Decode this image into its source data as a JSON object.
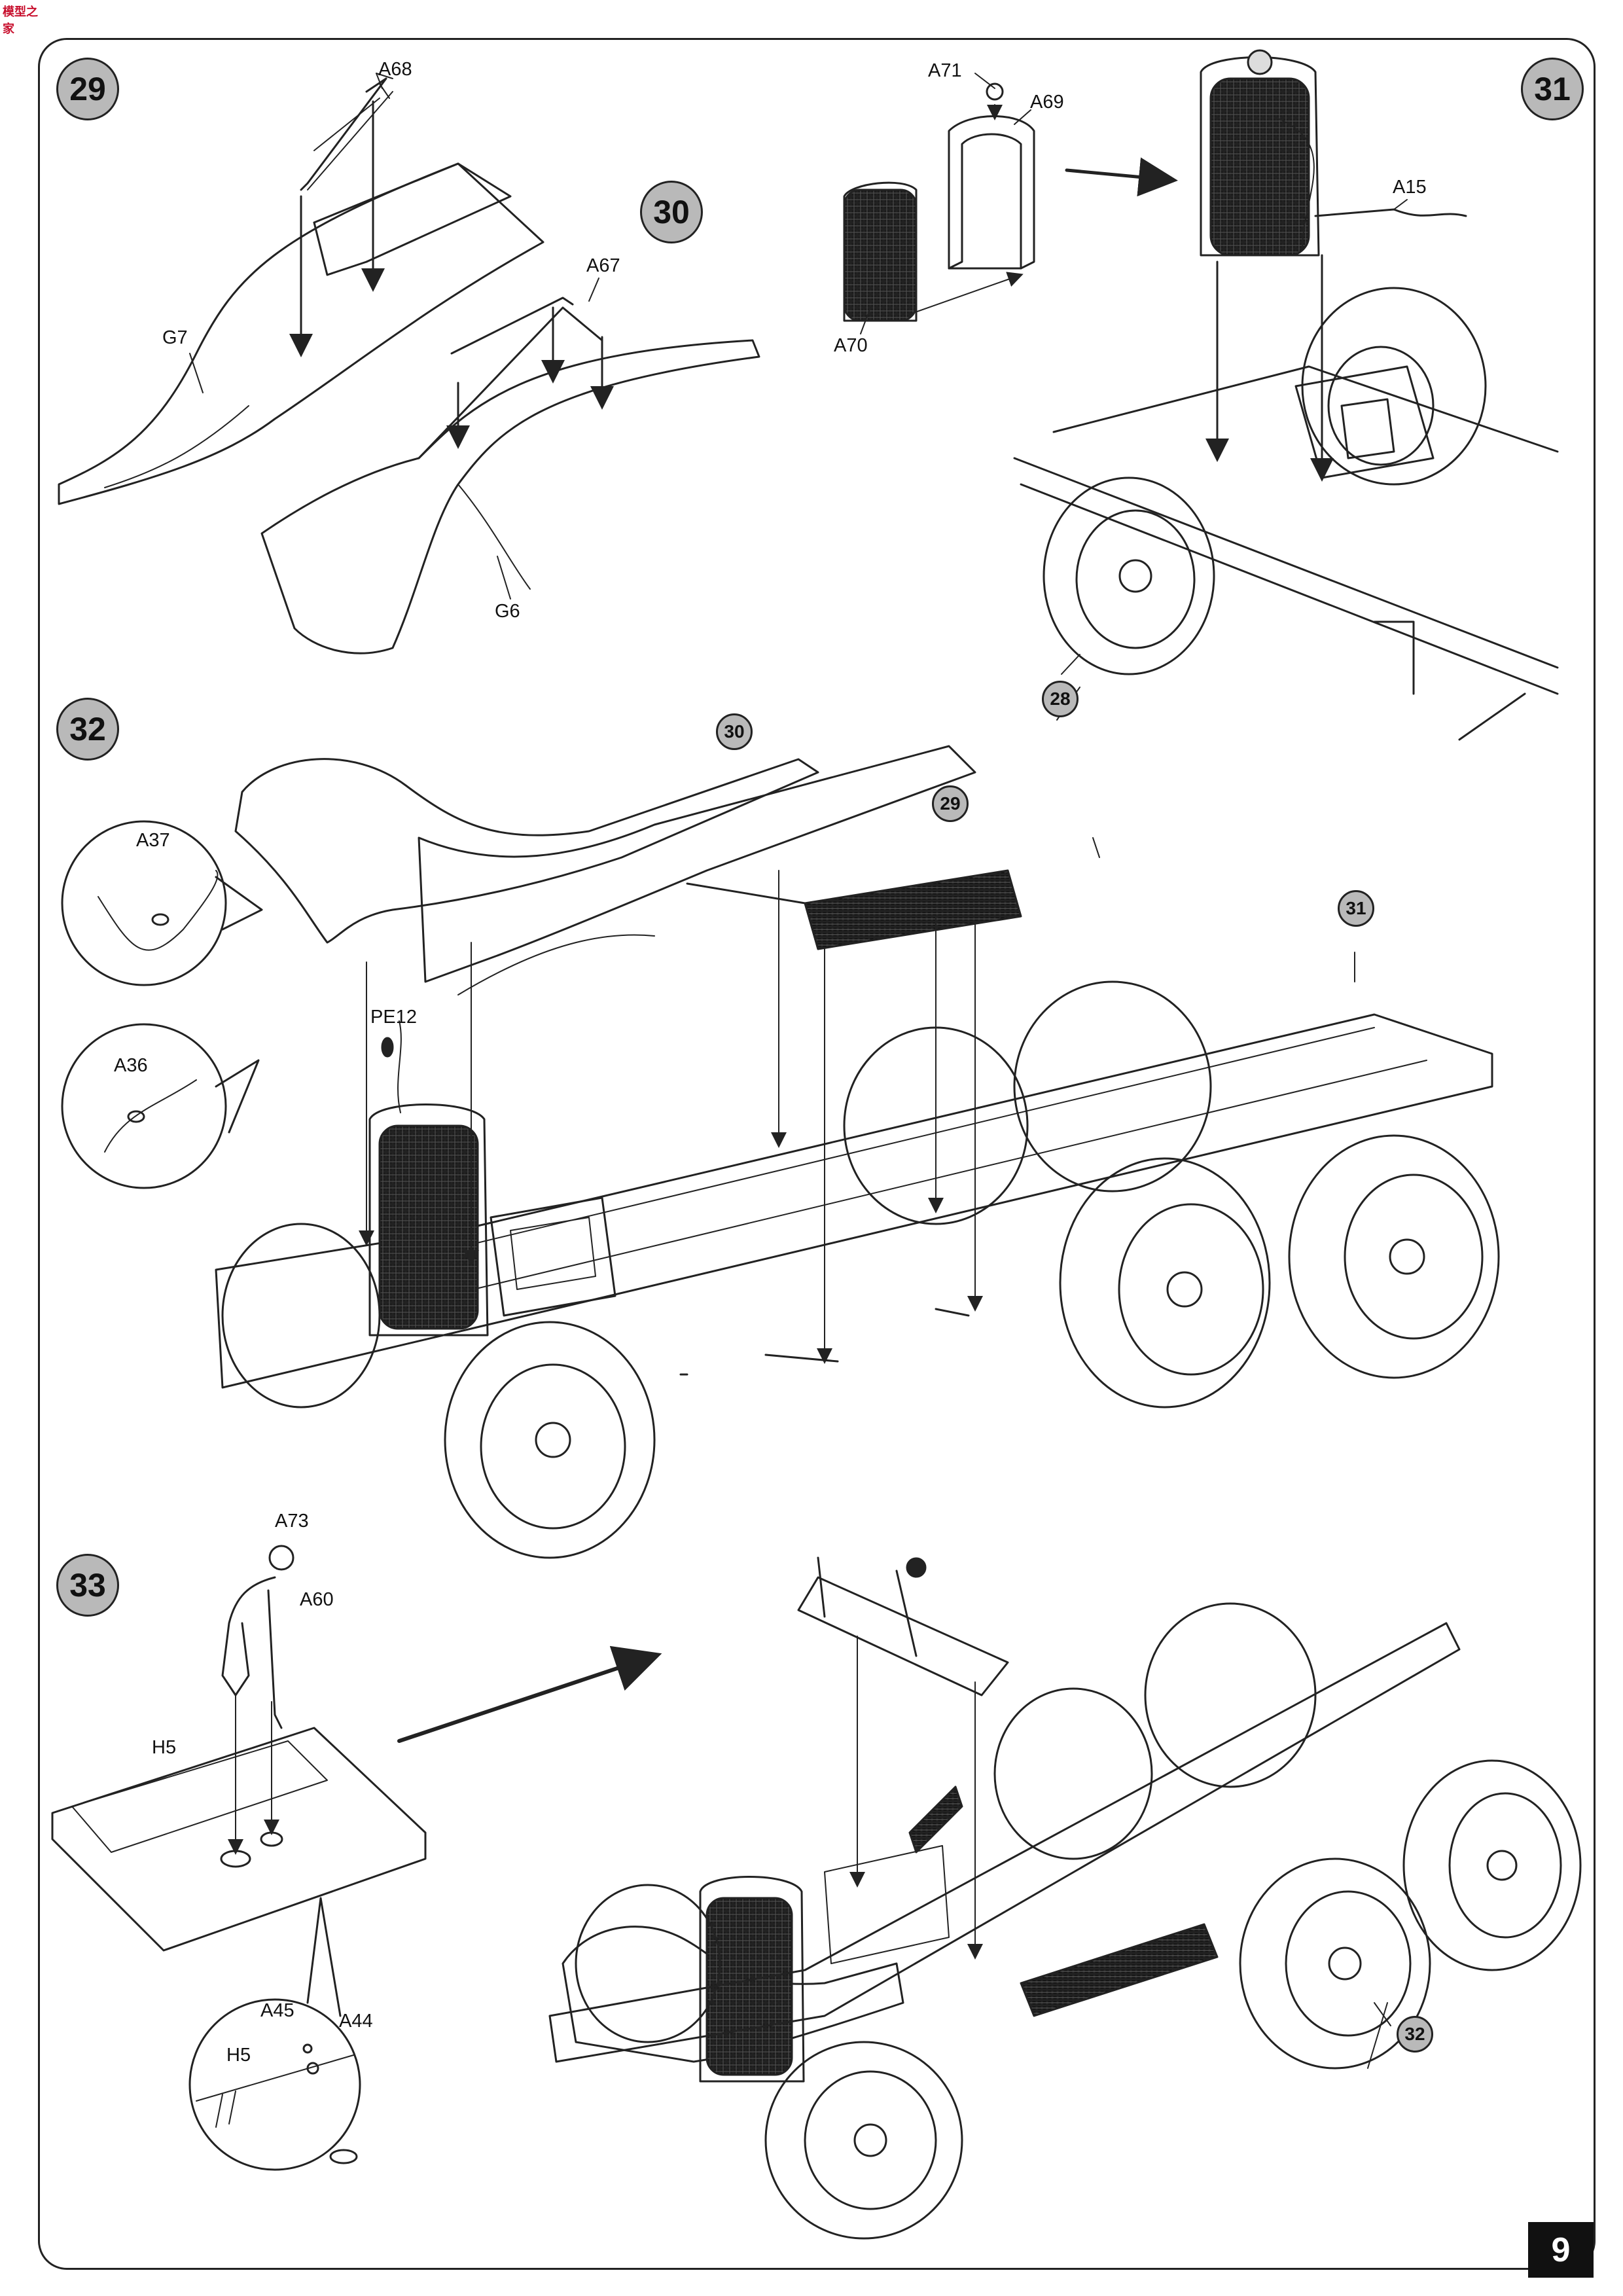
{
  "watermark": "模型之家",
  "page_number": "9",
  "steps": {
    "s29": "29",
    "s30": "30",
    "s31": "31",
    "s32": "32",
    "s33": "33"
  },
  "refs": {
    "r28": "28",
    "r30": "30",
    "r29": "29",
    "r31": "31",
    "r32": "32"
  },
  "parts": {
    "A68": "A68",
    "G7": "G7",
    "A67": "A67",
    "G6": "G6",
    "A71": "A71",
    "A69": "A69",
    "A70": "A70",
    "A15": "A15",
    "A37": "A37",
    "A36": "A36",
    "PE12": "PE12",
    "A73": "A73",
    "A60": "A60",
    "H5": "H5",
    "A45": "A45",
    "A44": "A44",
    "H5_detail": "H5"
  }
}
